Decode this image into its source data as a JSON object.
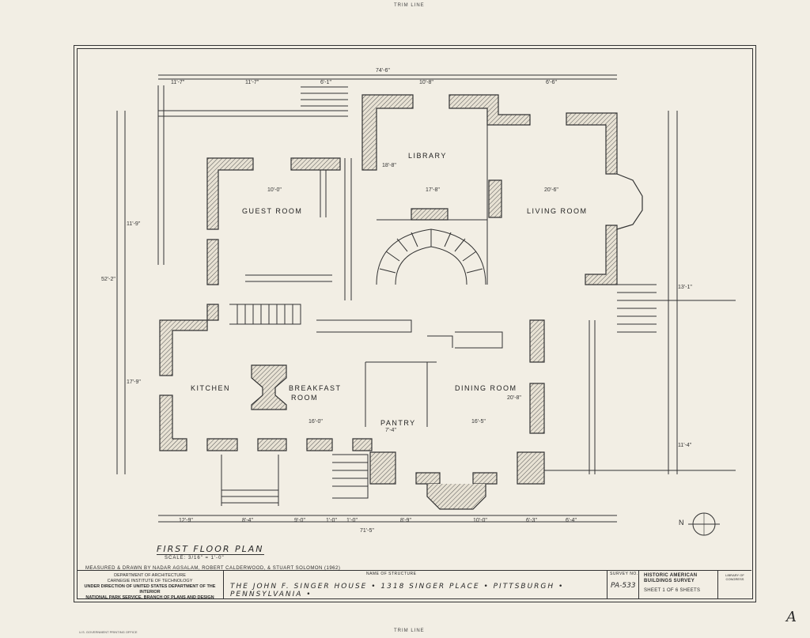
{
  "sheet": {
    "trim_top": "TRIM LINE",
    "trim_bottom": "TRIM LINE",
    "plan_title": "FIRST FLOOR PLAN",
    "scale": "SCALE: 3/16\" = 1'-0\"",
    "measured_by": "MEASURED & DRAWN BY NADAR AGSALAM, ROBERT CALDERWOOD, & STUART SOLOMON (1962)",
    "department_1": "DEPARTMENT OF ARCHITECTURE",
    "department_2": "CARNEGIE INSTITUTE OF TECHNOLOGY",
    "department_3": "UNDER DIRECTION OF UNITED STATES DEPARTMENT OF THE INTERIOR",
    "department_4": "NATIONAL PARK SERVICE, BRANCH OF PLANS AND DESIGN",
    "name_label": "NAME OF STRUCTURE",
    "structure_name": "THE JOHN F. SINGER HOUSE  •  1318 SINGER PLACE  •  PITTSBURGH  •  PENNSYLVANIA  •",
    "survey_label": "SURVEY NO.",
    "survey_no": "PA-533",
    "habs_1": "HISTORIC AMERICAN",
    "habs_2": "BUILDINGS SURVEY",
    "sheet_of": "SHEET 1 OF 6 SHEETS",
    "library": "LIBRARY OF CONGRESS",
    "north": "N",
    "signature": "A",
    "printer": "U.S. GOVERNMENT PRINTING OFFICE"
  },
  "rooms": {
    "library": "LIBRARY",
    "guest_room": "GUEST ROOM",
    "living_room": "LIVING ROOM",
    "kitchen": "KITCHEN",
    "breakfast": "BREAKFAST",
    "breakfast_2": "ROOM",
    "dining_room": "DINING ROOM",
    "pantry": "PANTRY"
  },
  "dimensions": {
    "overall_top": "74'-6\"",
    "overall_bottom": "71'-5\"",
    "top_1": "11'-7\"",
    "top_2": "11'-7\"",
    "top_3": "6'-1\"",
    "top_4": "10'-8\"",
    "top_5": "6'-6\"",
    "guest_width": "10'-0\"",
    "library_width": "17'-8\"",
    "library_depth": "18'-8\"",
    "living_width": "20'-6\"",
    "breakfast_width": "16'-0\"",
    "dining_width": "16'-5\"",
    "dining_depth": "20'-8\"",
    "pantry_width": "7'-4\"",
    "bottom_1": "12'-9\"",
    "bottom_2": "8'-4\"",
    "bottom_3": "9'-0\"",
    "bottom_4": "1'-0\"",
    "bottom_5": "1'-0\"",
    "bottom_6": "8'-9\"",
    "bottom_7": "10'-0\"",
    "bottom_8": "6'-3\"",
    "bottom_9": "6'-4\"",
    "left_total": "52'-2\"",
    "left_1": "11'-9\"",
    "left_2": "17'-9\"",
    "right_1": "11'-4\"",
    "right_2": "13'-1\""
  }
}
